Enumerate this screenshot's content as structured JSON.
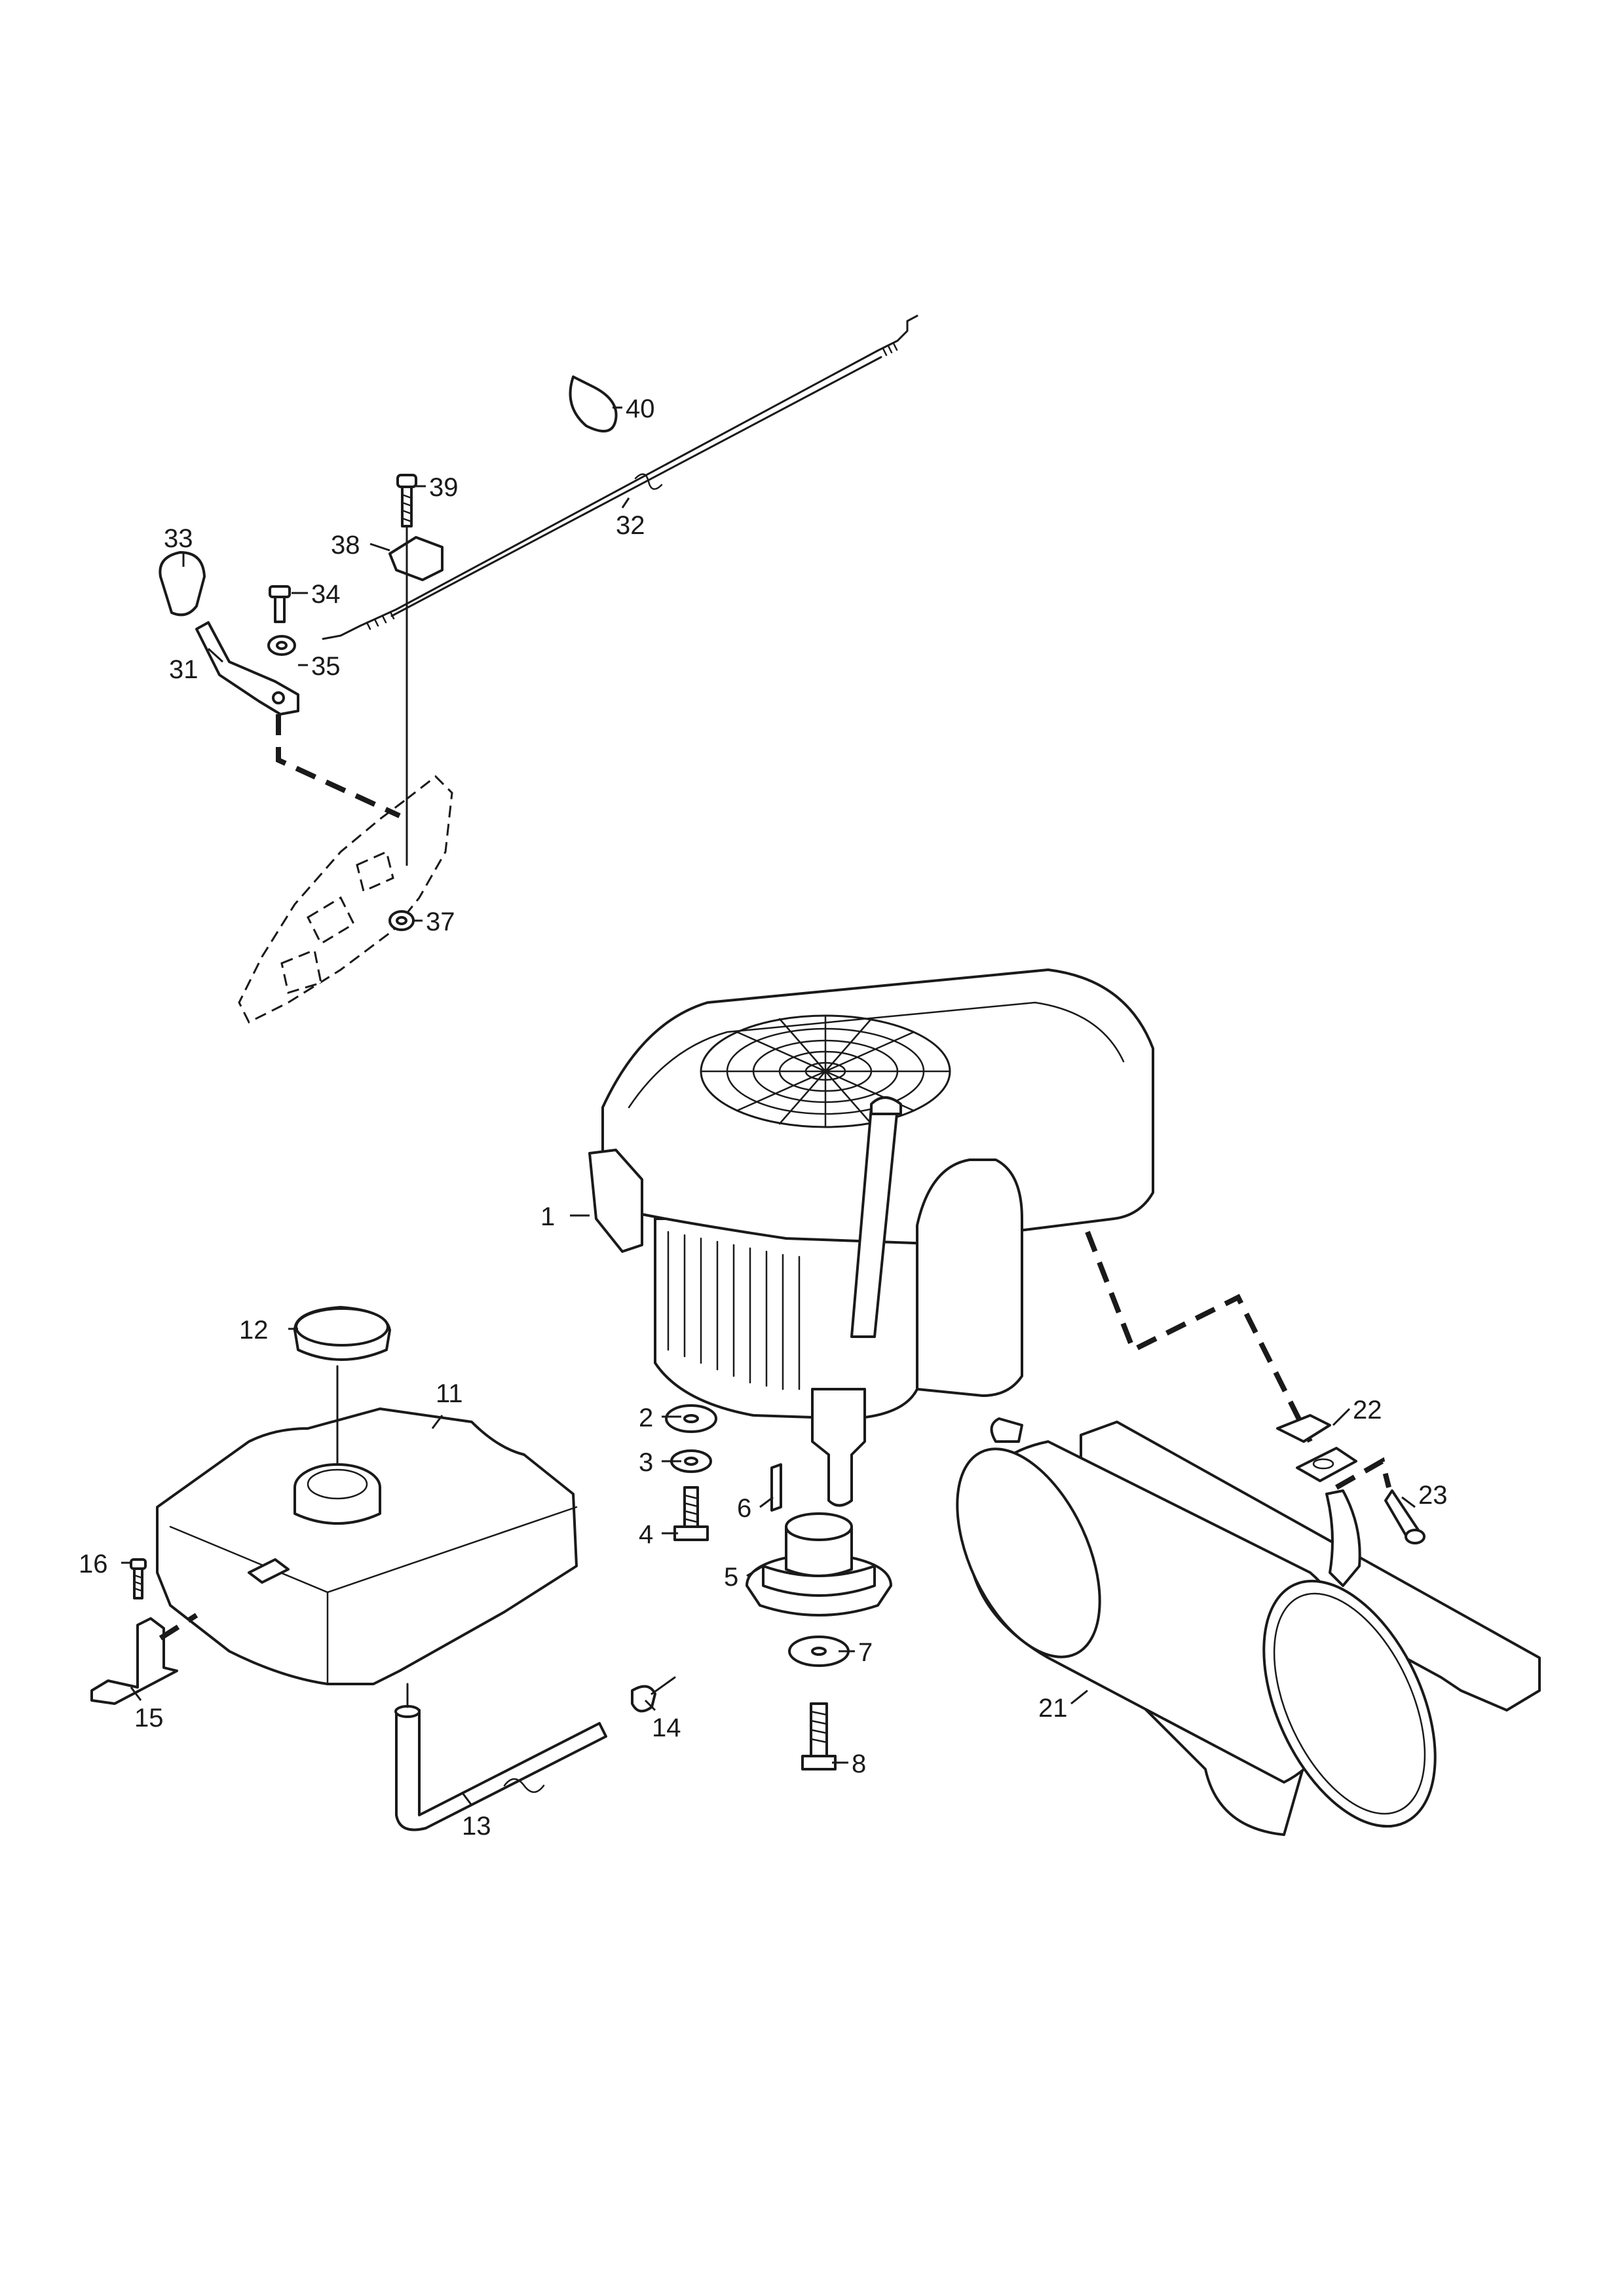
{
  "callouts": [
    "1",
    "2",
    "3",
    "4",
    "5",
    "6",
    "7",
    "8",
    "11",
    "12",
    "13",
    "14",
    "15",
    "16",
    "21",
    "22",
    "23",
    "31",
    "32",
    "33",
    "34",
    "35",
    "37",
    "38",
    "39",
    "40"
  ]
}
